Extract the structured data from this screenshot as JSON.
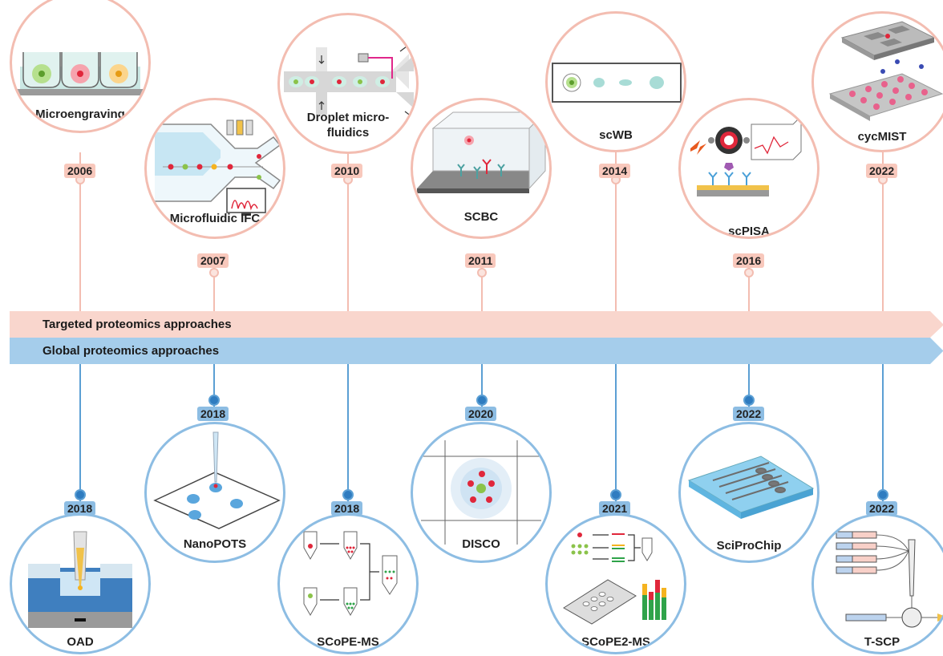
{
  "bands": {
    "targeted": "Targeted proteomics approaches",
    "global": "Global proteomics approaches"
  },
  "targeted_methods": [
    {
      "name": "Microengraving",
      "year": "2006"
    },
    {
      "name": "Microfluidic IFC",
      "year": "2007"
    },
    {
      "name": "Droplet micro-\nfluidics",
      "year": "2010"
    },
    {
      "name": "SCBC",
      "year": "2011"
    },
    {
      "name": "scWB",
      "year": "2014"
    },
    {
      "name": "scPISA",
      "year": "2016"
    },
    {
      "name": "cycMIST",
      "year": "2022"
    }
  ],
  "global_methods": [
    {
      "name": "OAD",
      "year": "2018"
    },
    {
      "name": "NanoPOTS",
      "year": "2018"
    },
    {
      "name": "SCoPE-MS",
      "year": "2018"
    },
    {
      "name": "DISCO",
      "year": "2020"
    },
    {
      "name": "SCoPE2-MS",
      "year": "2021"
    },
    {
      "name": "SciProChip",
      "year": "2022"
    },
    {
      "name": "T-SCP",
      "year": "2022"
    }
  ],
  "colors": {
    "targeted_band": "#f9d6cd",
    "targeted_line": "#f3bdb1",
    "global_band": "#a5cdeb",
    "global_line": "#5b9fd4"
  }
}
